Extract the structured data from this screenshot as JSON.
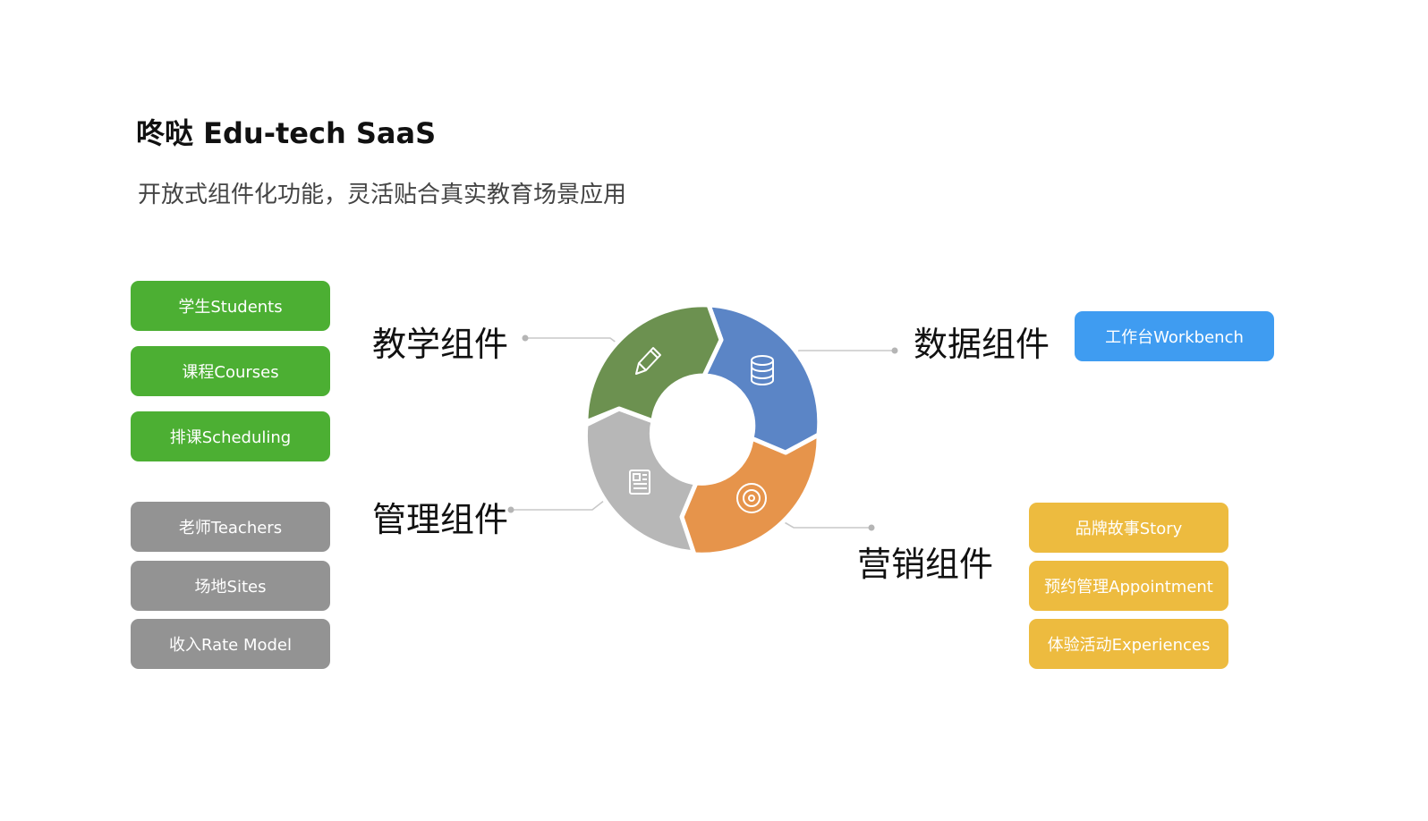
{
  "header": {
    "title": "咚哒 Edu-tech SaaS",
    "subtitle": "开放式组件化功能，灵活贴合真实教育场景应用"
  },
  "left_panel": {
    "green_items": [
      "学生Students",
      "课程Courses",
      "排课Scheduling"
    ],
    "grey_items": [
      "老师Teachers",
      "场地Sites",
      "收入Rate Model"
    ]
  },
  "cycle": {
    "segments": [
      {
        "label": "教学组件",
        "color": "#6c9150",
        "icon": "pencil-icon"
      },
      {
        "label": "数据组件",
        "color": "#5b85c6",
        "icon": "database-icon"
      },
      {
        "label": "营销组件",
        "color": "#e6944b",
        "icon": "target-icon"
      },
      {
        "label": "管理组件",
        "color": "#b7b7b7",
        "icon": "document-icon"
      }
    ]
  },
  "right_panel": {
    "blue_items": [
      "工作台Workbench"
    ],
    "yellow_items": [
      "品牌故事Story",
      "预约管理Appointment",
      "体验活动Experiences"
    ]
  },
  "colors": {
    "green": "#4caf33",
    "grey": "#939393",
    "blue": "#3f9cf1",
    "yellow": "#edbb3f"
  }
}
